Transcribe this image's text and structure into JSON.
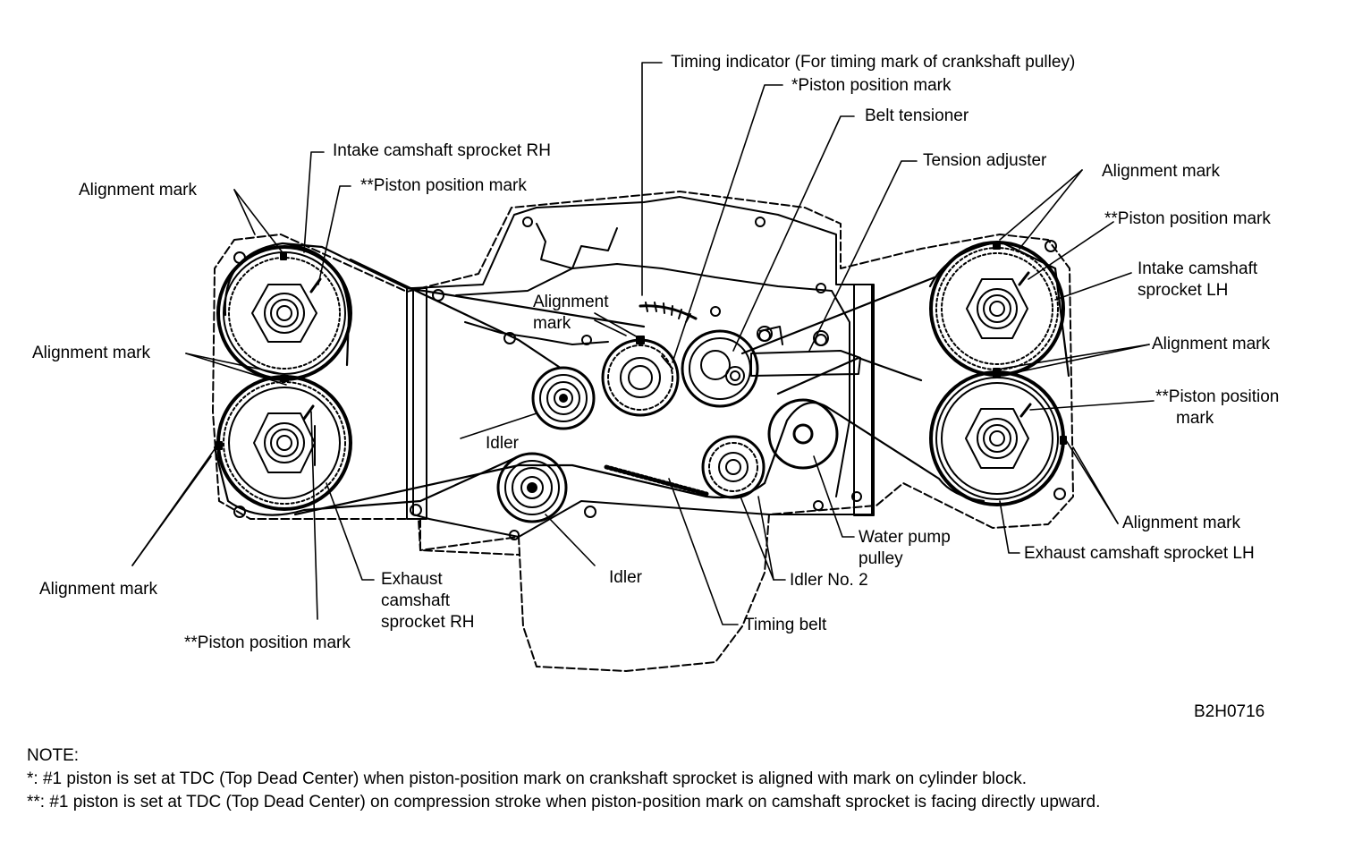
{
  "labels": {
    "timing_indicator": "Timing indicator (For timing mark of crankshaft pulley)",
    "piston_mark_crank": "*Piston position mark",
    "belt_tensioner": "Belt tensioner",
    "tension_adjuster": "Tension adjuster",
    "alignment_mark_lh_top": "Alignment mark",
    "piston_mark_lh_intake": "**Piston position mark",
    "intake_sprocket_lh_1": "Intake camshaft",
    "intake_sprocket_lh_2": "sprocket LH",
    "alignment_mark_lh_mid": "Alignment mark",
    "piston_mark_lh_exhaust_1": "**Piston position",
    "piston_mark_lh_exhaust_2": "mark",
    "alignment_mark_lh_bottom": "Alignment mark",
    "exhaust_sprocket_lh": "Exhaust camshaft sprocket LH",
    "water_pump_1": "Water pump",
    "water_pump_2": "pulley",
    "idler_no2": "Idler No. 2",
    "timing_belt": "Timing belt",
    "idler_lower": "Idler",
    "exhaust_sprocket_rh_1": "Exhaust",
    "exhaust_sprocket_rh_2": "camshaft",
    "exhaust_sprocket_rh_3": "sprocket RH",
    "piston_mark_rh_exhaust": "**Piston position mark",
    "alignment_mark_rh_bottom": "Alignment mark",
    "idler_upper": "Idler",
    "alignment_mark_rh_mid": "Alignment mark",
    "alignment_mark_rh_top": "Alignment mark",
    "intake_sprocket_rh": "Intake camshaft sprocket RH",
    "piston_mark_rh_intake": "**Piston position mark",
    "alignment_mark_center_1": "Alignment",
    "alignment_mark_center_2": "mark",
    "figure_code": "B2H0716"
  },
  "note": {
    "heading": "NOTE:",
    "line1": " *:  #1 piston is set at TDC (Top Dead Center) when piston-position mark on crankshaft sprocket is aligned with mark on cylinder block.",
    "line2": "**:  #1 piston is set at TDC (Top Dead Center) on compression stroke when piston-position mark on camshaft sprocket is facing directly upward."
  },
  "colors": {
    "ink": "#000000",
    "background": "#ffffff"
  }
}
